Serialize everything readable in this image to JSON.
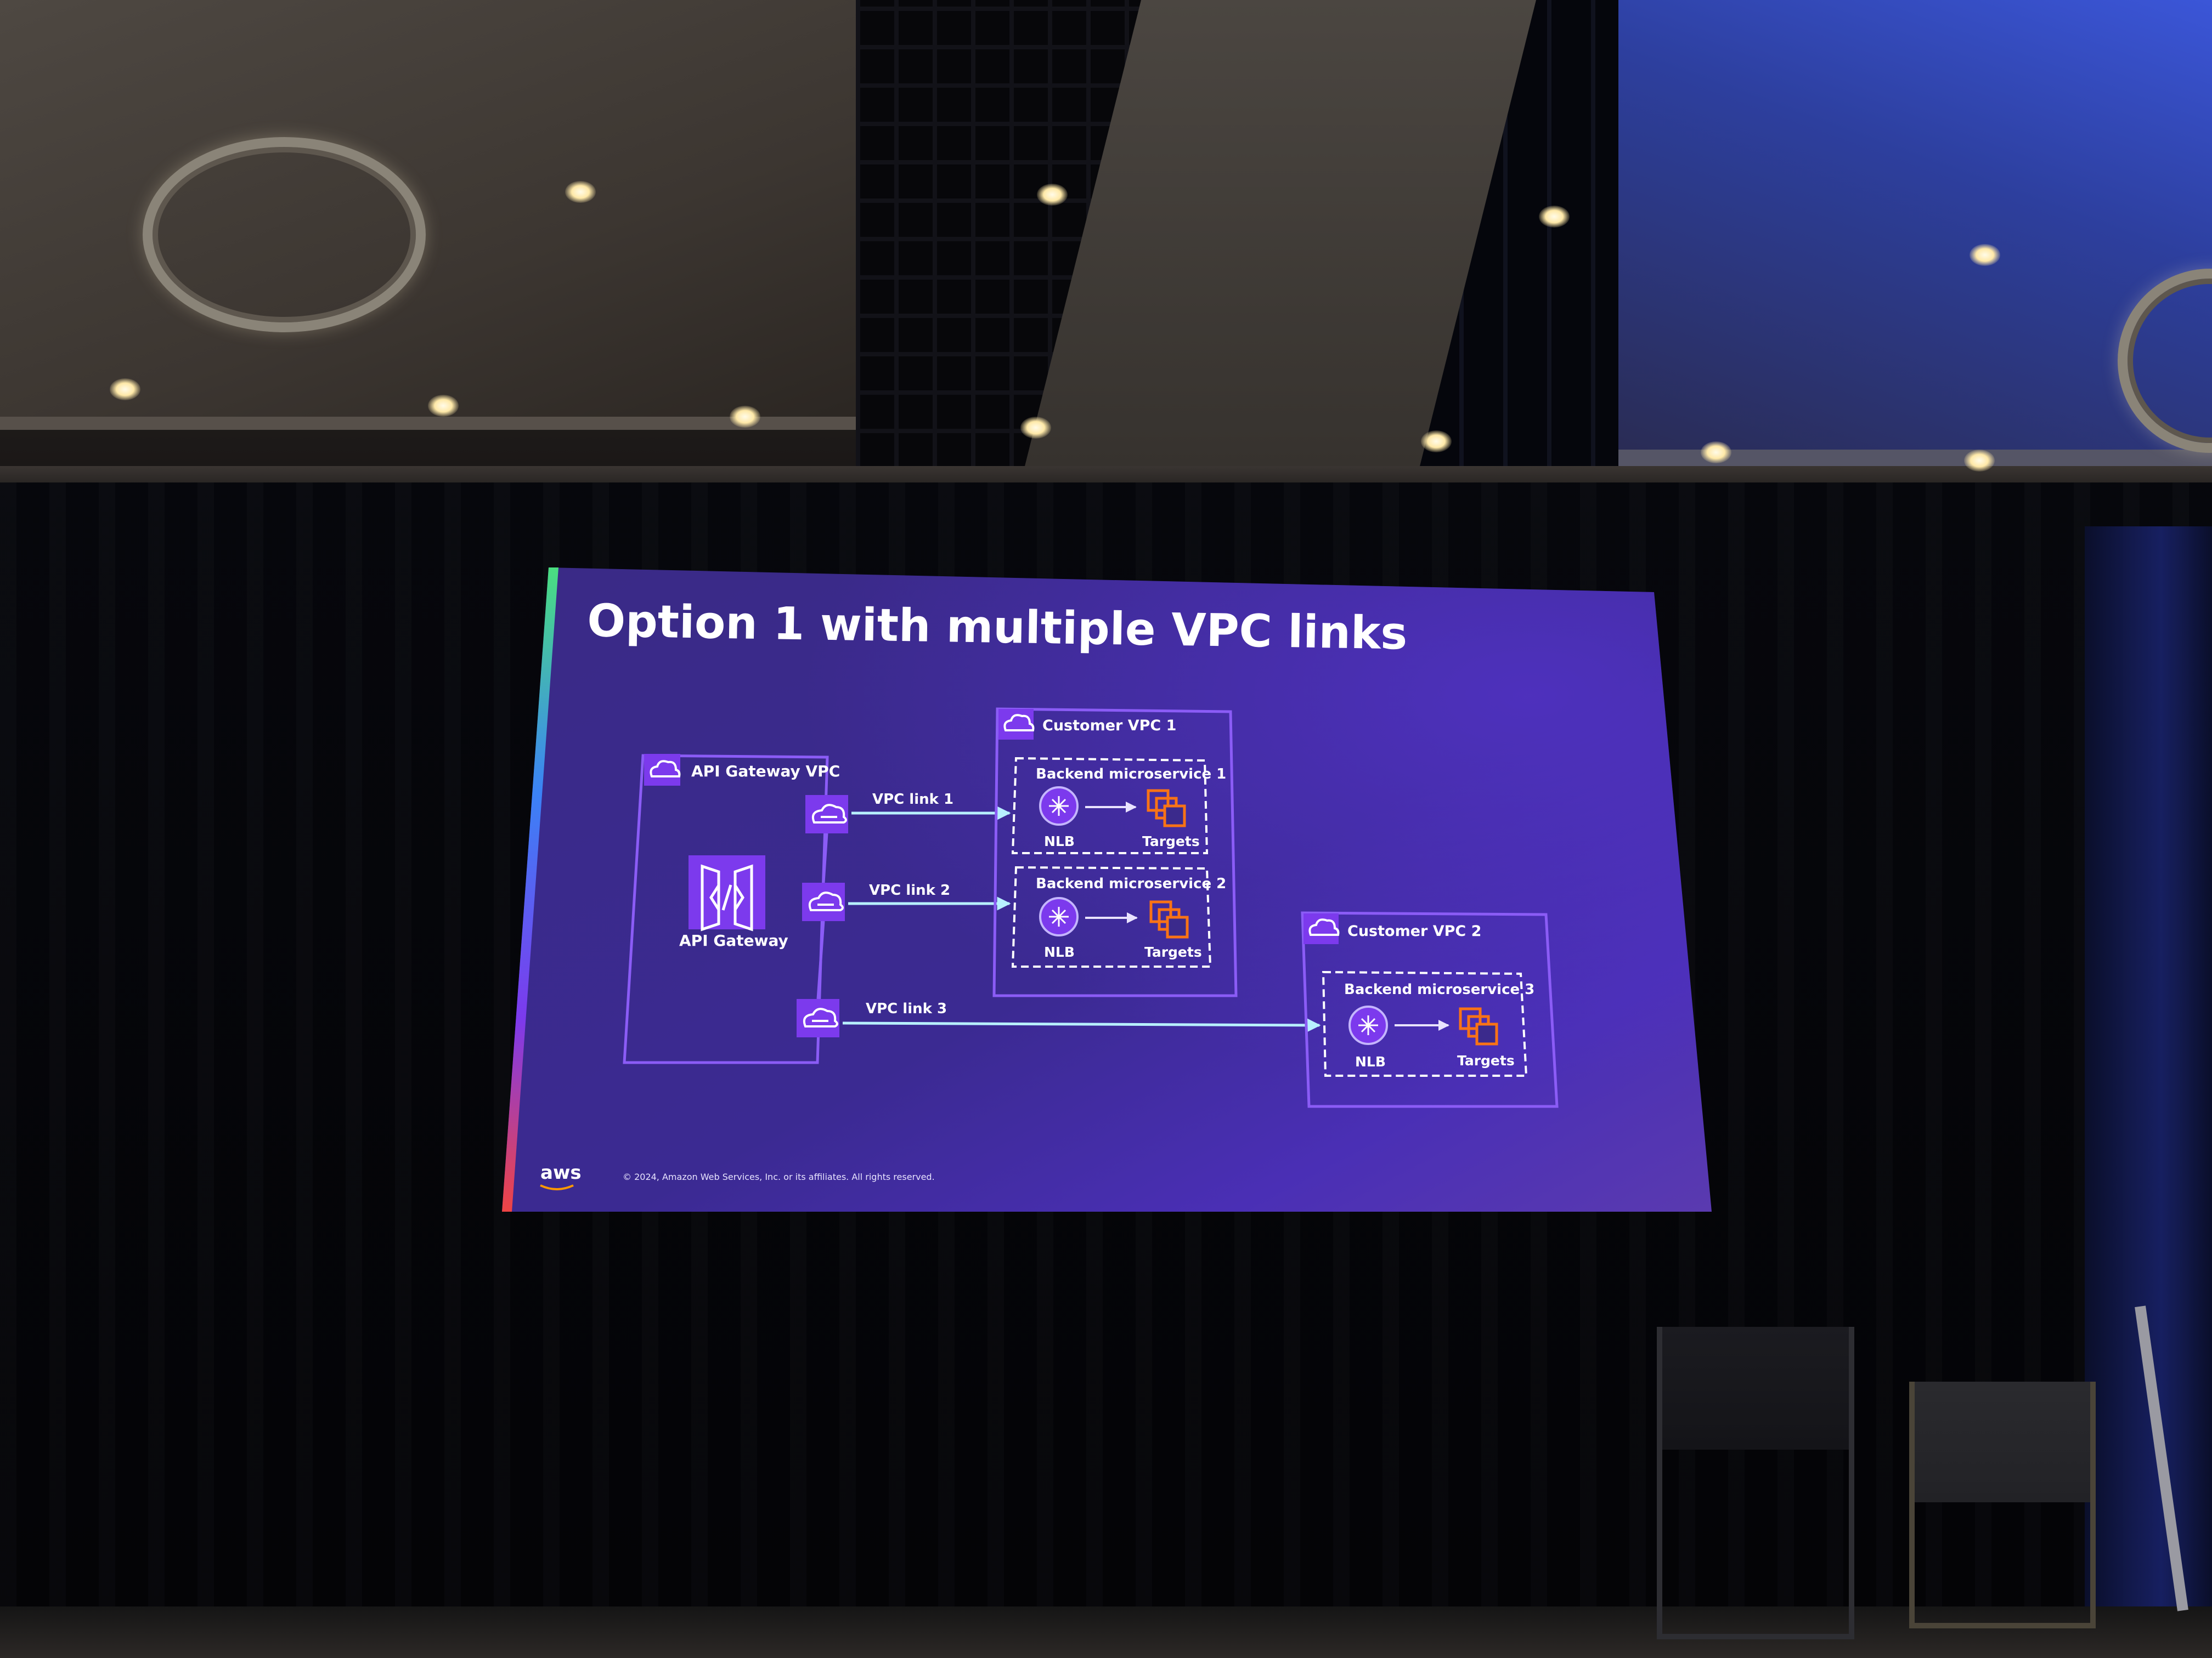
{
  "slide": {
    "title": "Option 1 with multiple VPC links",
    "footer_logo": "aws",
    "copyright": "© 2024, Amazon Web Services, Inc. or its affiliates. All rights reserved.",
    "colors": {
      "background": "#3b2a8c",
      "container_border": "#8b5cf6",
      "icon_purple": "#7c3aed",
      "target_orange": "#f97316",
      "arrow": "#b8f0ff"
    }
  },
  "diagram": {
    "api_vpc": {
      "label": "API Gateway VPC",
      "icon": "vpc-cloud-icon"
    },
    "api_gateway": {
      "label": "API Gateway",
      "icon": "api-gateway-icon"
    },
    "vpc_links": [
      {
        "label": "VPC link 1",
        "icon": "vpc-link-icon"
      },
      {
        "label": "VPC link 2",
        "icon": "vpc-link-icon"
      },
      {
        "label": "VPC link 3",
        "icon": "vpc-link-icon"
      }
    ],
    "customer_vpc_1": {
      "label": "Customer VPC 1",
      "services": [
        {
          "label": "Backend microservice 1",
          "nlb": "NLB",
          "targets": "Targets"
        },
        {
          "label": "Backend microservice 2",
          "nlb": "NLB",
          "targets": "Targets"
        }
      ]
    },
    "customer_vpc_2": {
      "label": "Customer VPC 2",
      "services": [
        {
          "label": "Backend microservice 3",
          "nlb": "NLB",
          "targets": "Targets"
        }
      ]
    }
  }
}
